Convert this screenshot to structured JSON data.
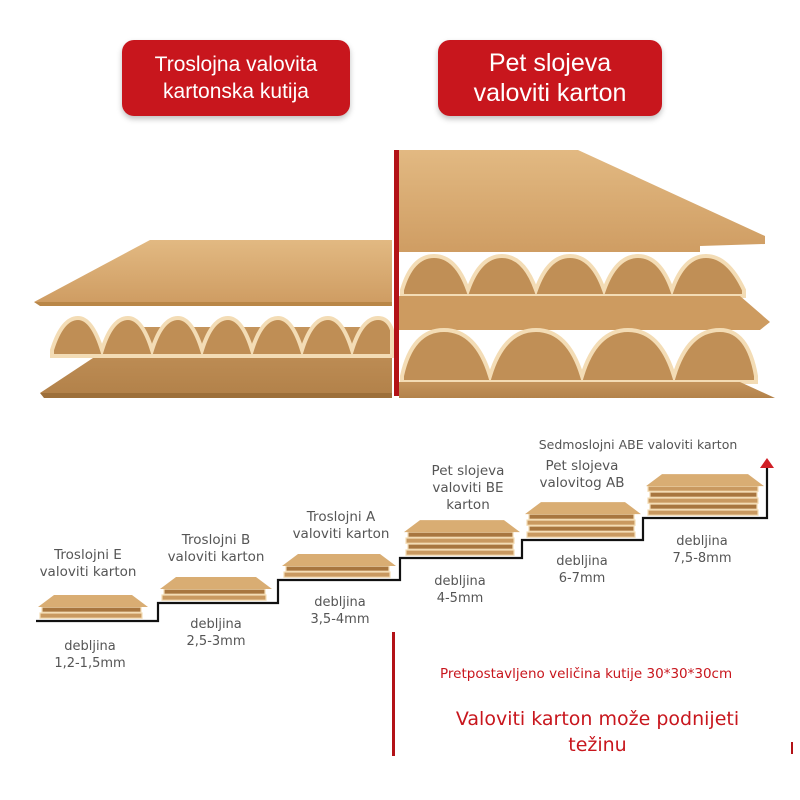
{
  "header": {
    "badge_three_layer": "Troslojna valovita\nkartonska kutija",
    "badge_five_layer": "Pet slojeva\nvaloviti karton"
  },
  "colors": {
    "badge_red": "#c8161d",
    "cardboard_light": "#d9ad73",
    "cardboard_mid": "#c99960",
    "cardboard_dark": "#a8763f",
    "flute_inner": "#f3dcb5",
    "divider_red": "#b31217"
  },
  "steps": [
    {
      "title": "Troslojni E\nvaloviti karton",
      "thickness_label": "debljina\n1,2-1,5mm",
      "layers": 3
    },
    {
      "title": "Troslojni B\nvaloviti karton",
      "thickness_label": "debljina\n2,5-3mm",
      "layers": 3
    },
    {
      "title": "Troslojni A\nvaloviti karton",
      "thickness_label": "debljina\n3,5-4mm",
      "layers": 3
    },
    {
      "title": "Pet slojeva\nvaloviti BE\nkarton",
      "thickness_label": "debljina\n4-5mm",
      "layers": 5
    },
    {
      "title": "Pet slojeva\nvalovitog AB",
      "thickness_label": "debljina\n6-7mm",
      "layers": 5
    },
    {
      "title": "Sedmoslojni ABE valoviti karton",
      "thickness_label": "debljina\n7,5-8mm",
      "layers": 7
    }
  ],
  "notes": {
    "box_size": "Pretpostavljeno veličina kutije 30*30*30cm",
    "weight": "Valoviti karton može podnijeti\ntežinu"
  }
}
